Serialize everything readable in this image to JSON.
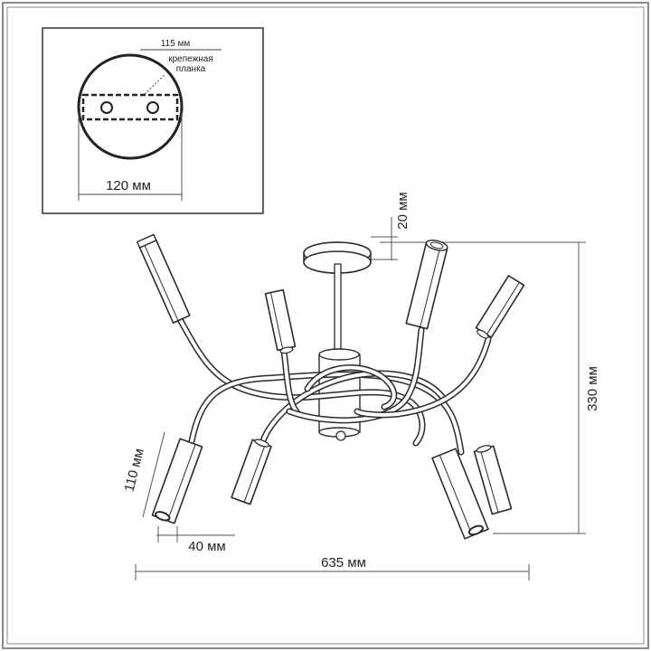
{
  "detail": {
    "mount_width_label": "115 мм",
    "mount_plate_label_line1": "крепежная",
    "mount_plate_label_line2": "планка",
    "canopy_diameter_label": "120 мм"
  },
  "dimensions": {
    "canopy_height": "20 мм",
    "total_height": "330 мм",
    "shade_length": "110 мм",
    "shade_width": "40 мм",
    "total_width": "635  мм"
  },
  "colors": {
    "line": "#2a2a2a",
    "dimension": "#555555",
    "frame": "#6b6b6b",
    "background": "#ffffff"
  }
}
